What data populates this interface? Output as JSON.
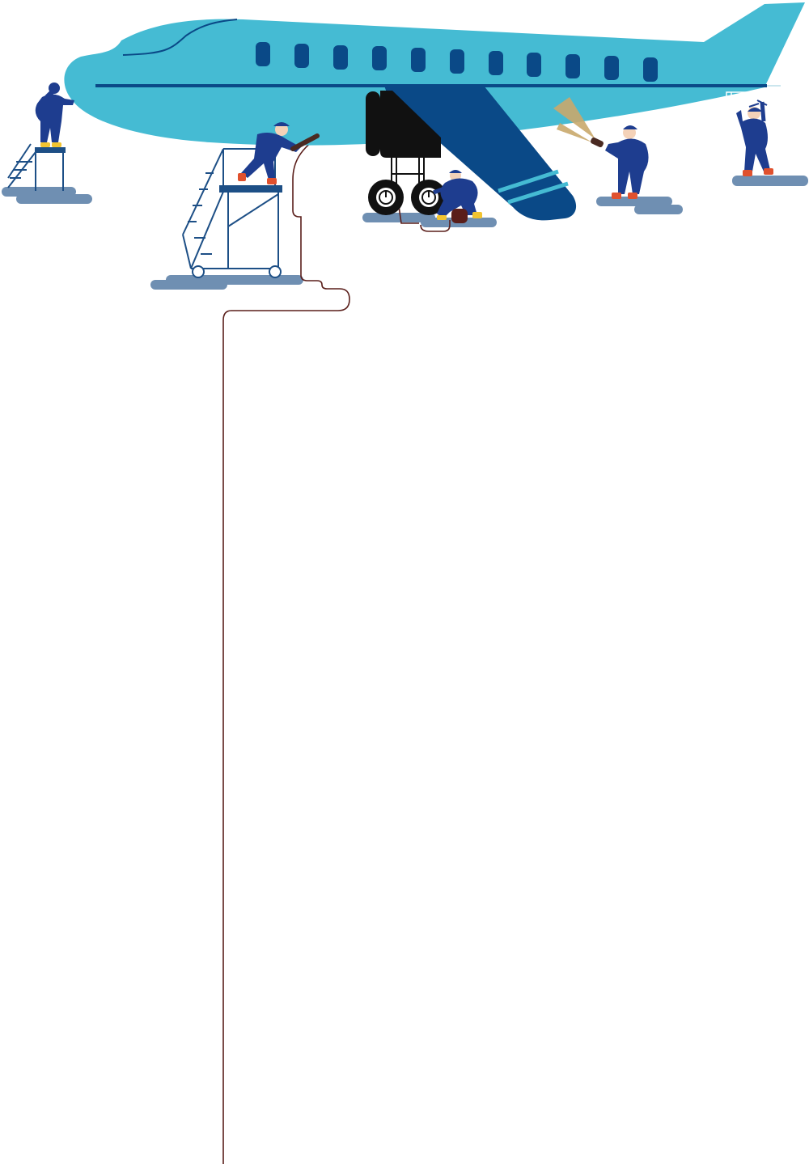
{
  "colors": {
    "fuselage": "#45bbd3",
    "dark_blue": "#0a4987",
    "uniform": "#1e3d8f",
    "shadow": "#6f8fb2",
    "ladder": "#1d4f86",
    "tire": "#111111",
    "cable": "#5a1e1a",
    "light_beam": "#c9a96b",
    "boots": "#e0512e",
    "shoes_yellow": "#f2c431",
    "skin": "#f4d2b8"
  },
  "scene": {
    "subject": "airplane-maintenance-illustration",
    "window_count": 11,
    "worker_count": 5,
    "icons": [
      "airplane-icon",
      "ladder-icon",
      "wrench-icon",
      "flashlight-icon",
      "wheel-icon"
    ]
  }
}
